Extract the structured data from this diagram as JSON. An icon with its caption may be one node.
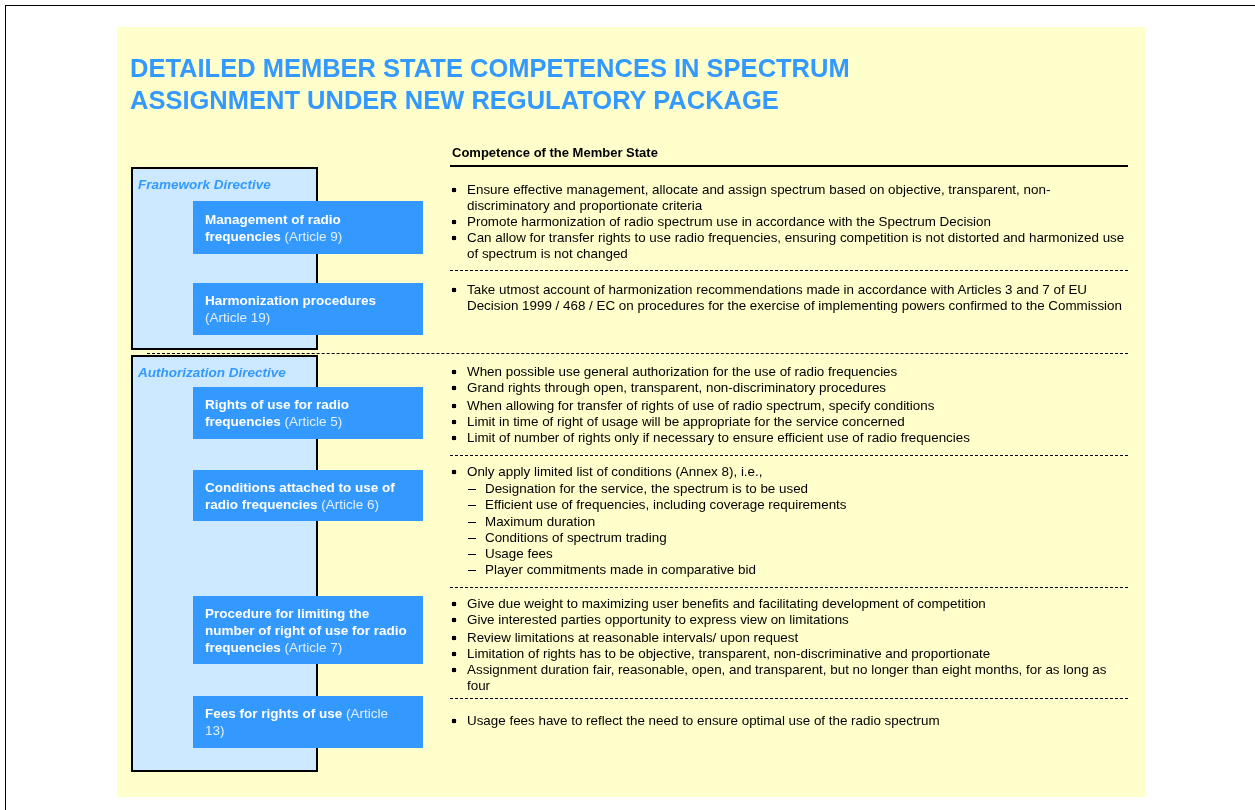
{
  "diagram": {
    "title": "DETAILED MEMBER STATE COMPETENCES IN SPECTRUM ASSIGNMENT UNDER NEW REGULATORY PACKAGE",
    "nodes": [
      {
        "text": [
          "Framework Directive"
        ]
      },
      {
        "text": [
          "Management of radio frequencies",
          "(Article 9)"
        ]
      },
      {
        "text": [
          "Harmonization procedures",
          "(Article 19)"
        ]
      },
      {
        "text": [
          "Authorization Directive"
        ]
      },
      {
        "text": [
          "Rights of use for radio frequencies",
          "(Article 5)"
        ]
      },
      {
        "text": [
          "Conditions attached to use of radio frequencies",
          "(Article 6)"
        ]
      },
      {
        "text": [
          "Procedure for limiting the number of right of use for radio frequencies",
          "(Article 7)"
        ]
      },
      {
        "text": [
          "Fees for rights of use",
          "(Article 13)"
        ]
      }
    ],
    "labels": [
      "Competence of the Member State",
      "Ensure effective management, allocate and assign spectrum based on objective, transparent, non-discriminatory and proportionate criteria",
      "Promote harmonization of radio spectrum use in accordance with the Spectrum Decision",
      "Can allow for transfer rights to use radio frequencies, ensuring competition is not distorted and harmonized use of spectrum is not changed",
      "Take utmost account of harmonization recommendations made in accordance with Articles 3 and 7 of EU Decision 1999 / 468 / EC on procedures for the exercise of implementing powers confirmed to the Commission",
      "When possible use general authorization for the use of radio frequencies",
      "Grand rights through open, transparent, non-discriminatory procedures",
      "When allowing for transfer of rights of use of radio spectrum, specify conditions",
      "Limit in time of right of usage will be appropriate for the service concerned",
      "Limit of number of rights only if necessary to ensure efficient use of radio frequencies",
      "Only apply limited list of conditions (Annex 8), i.e.,",
      "Designation for the service, the spectrum is to be used",
      "Efficient use of frequencies, including coverage requirements",
      "Maximum duration",
      "Conditions of spectrum trading",
      "Usage fees",
      "Player commitments made in comparative bid",
      "Give due weight to maximizing user benefits and facilitating development of competition",
      "Give interested parties opportunity to express view on limitations",
      "Review limitations at reasonable intervals/ upon request",
      "Limitation of rights has to be objective, transparent, non-discriminative and proportionate",
      "Assignment duration fair, reasonable, open, and transparent, but no longer than eight months, for as long as four",
      "Usage fees have to reflect the need to ensure optimal use of the radio spectrum"
    ]
  }
}
